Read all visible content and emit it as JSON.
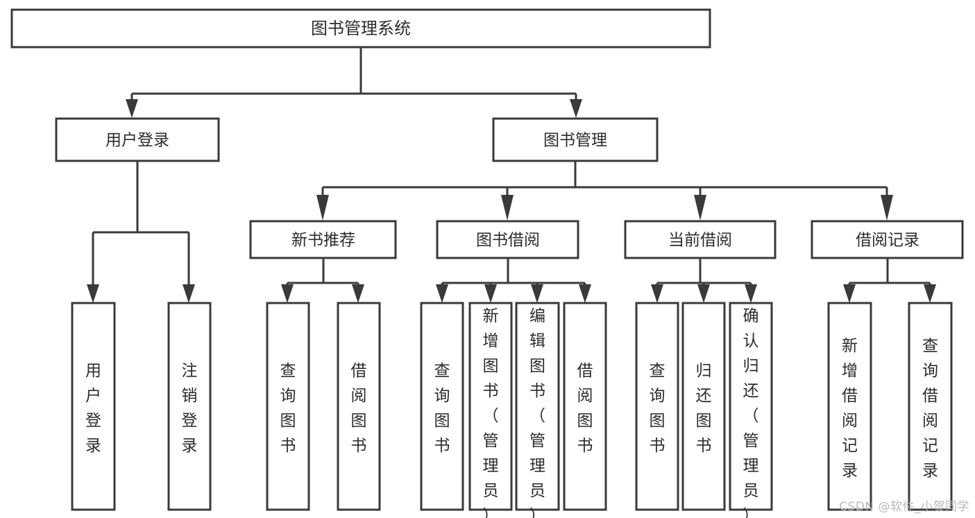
{
  "diagram": {
    "title": "图书管理系统",
    "type": "tree",
    "orientation": "top-down",
    "colors": {
      "box_stroke": "#3a3a3a",
      "box_fill": "#ffffff",
      "text": "#2b2b2b",
      "background": "#ffffff",
      "watermark": "#b9b9b9"
    },
    "root": {
      "label": "图书管理系统"
    },
    "level2": [
      {
        "label": "用户登录"
      },
      {
        "label": "图书管理"
      }
    ],
    "level3": [
      {
        "label": "新书推荐"
      },
      {
        "label": "图书借阅"
      },
      {
        "label": "当前借阅"
      },
      {
        "label": "借阅记录"
      }
    ],
    "leaves": {
      "user_login": [
        {
          "label": "用户登录"
        },
        {
          "label": "注销登录"
        }
      ],
      "new_book_recommend": [
        {
          "label": "查询图书"
        },
        {
          "label": "借阅图书"
        }
      ],
      "book_borrow": [
        {
          "label": "查询图书"
        },
        {
          "label": "新增图书（管理员）"
        },
        {
          "label": "编辑图书（管理员）"
        },
        {
          "label": "借阅图书"
        }
      ],
      "current_borrow": [
        {
          "label": "查询图书"
        },
        {
          "label": "归还图书"
        },
        {
          "label": "确认归还（管理员）"
        }
      ],
      "borrow_record": [
        {
          "label": "新增借阅记录"
        },
        {
          "label": "查询借阅记录"
        }
      ]
    }
  },
  "watermark": {
    "text": "CSDN @软件_小贺同学"
  }
}
